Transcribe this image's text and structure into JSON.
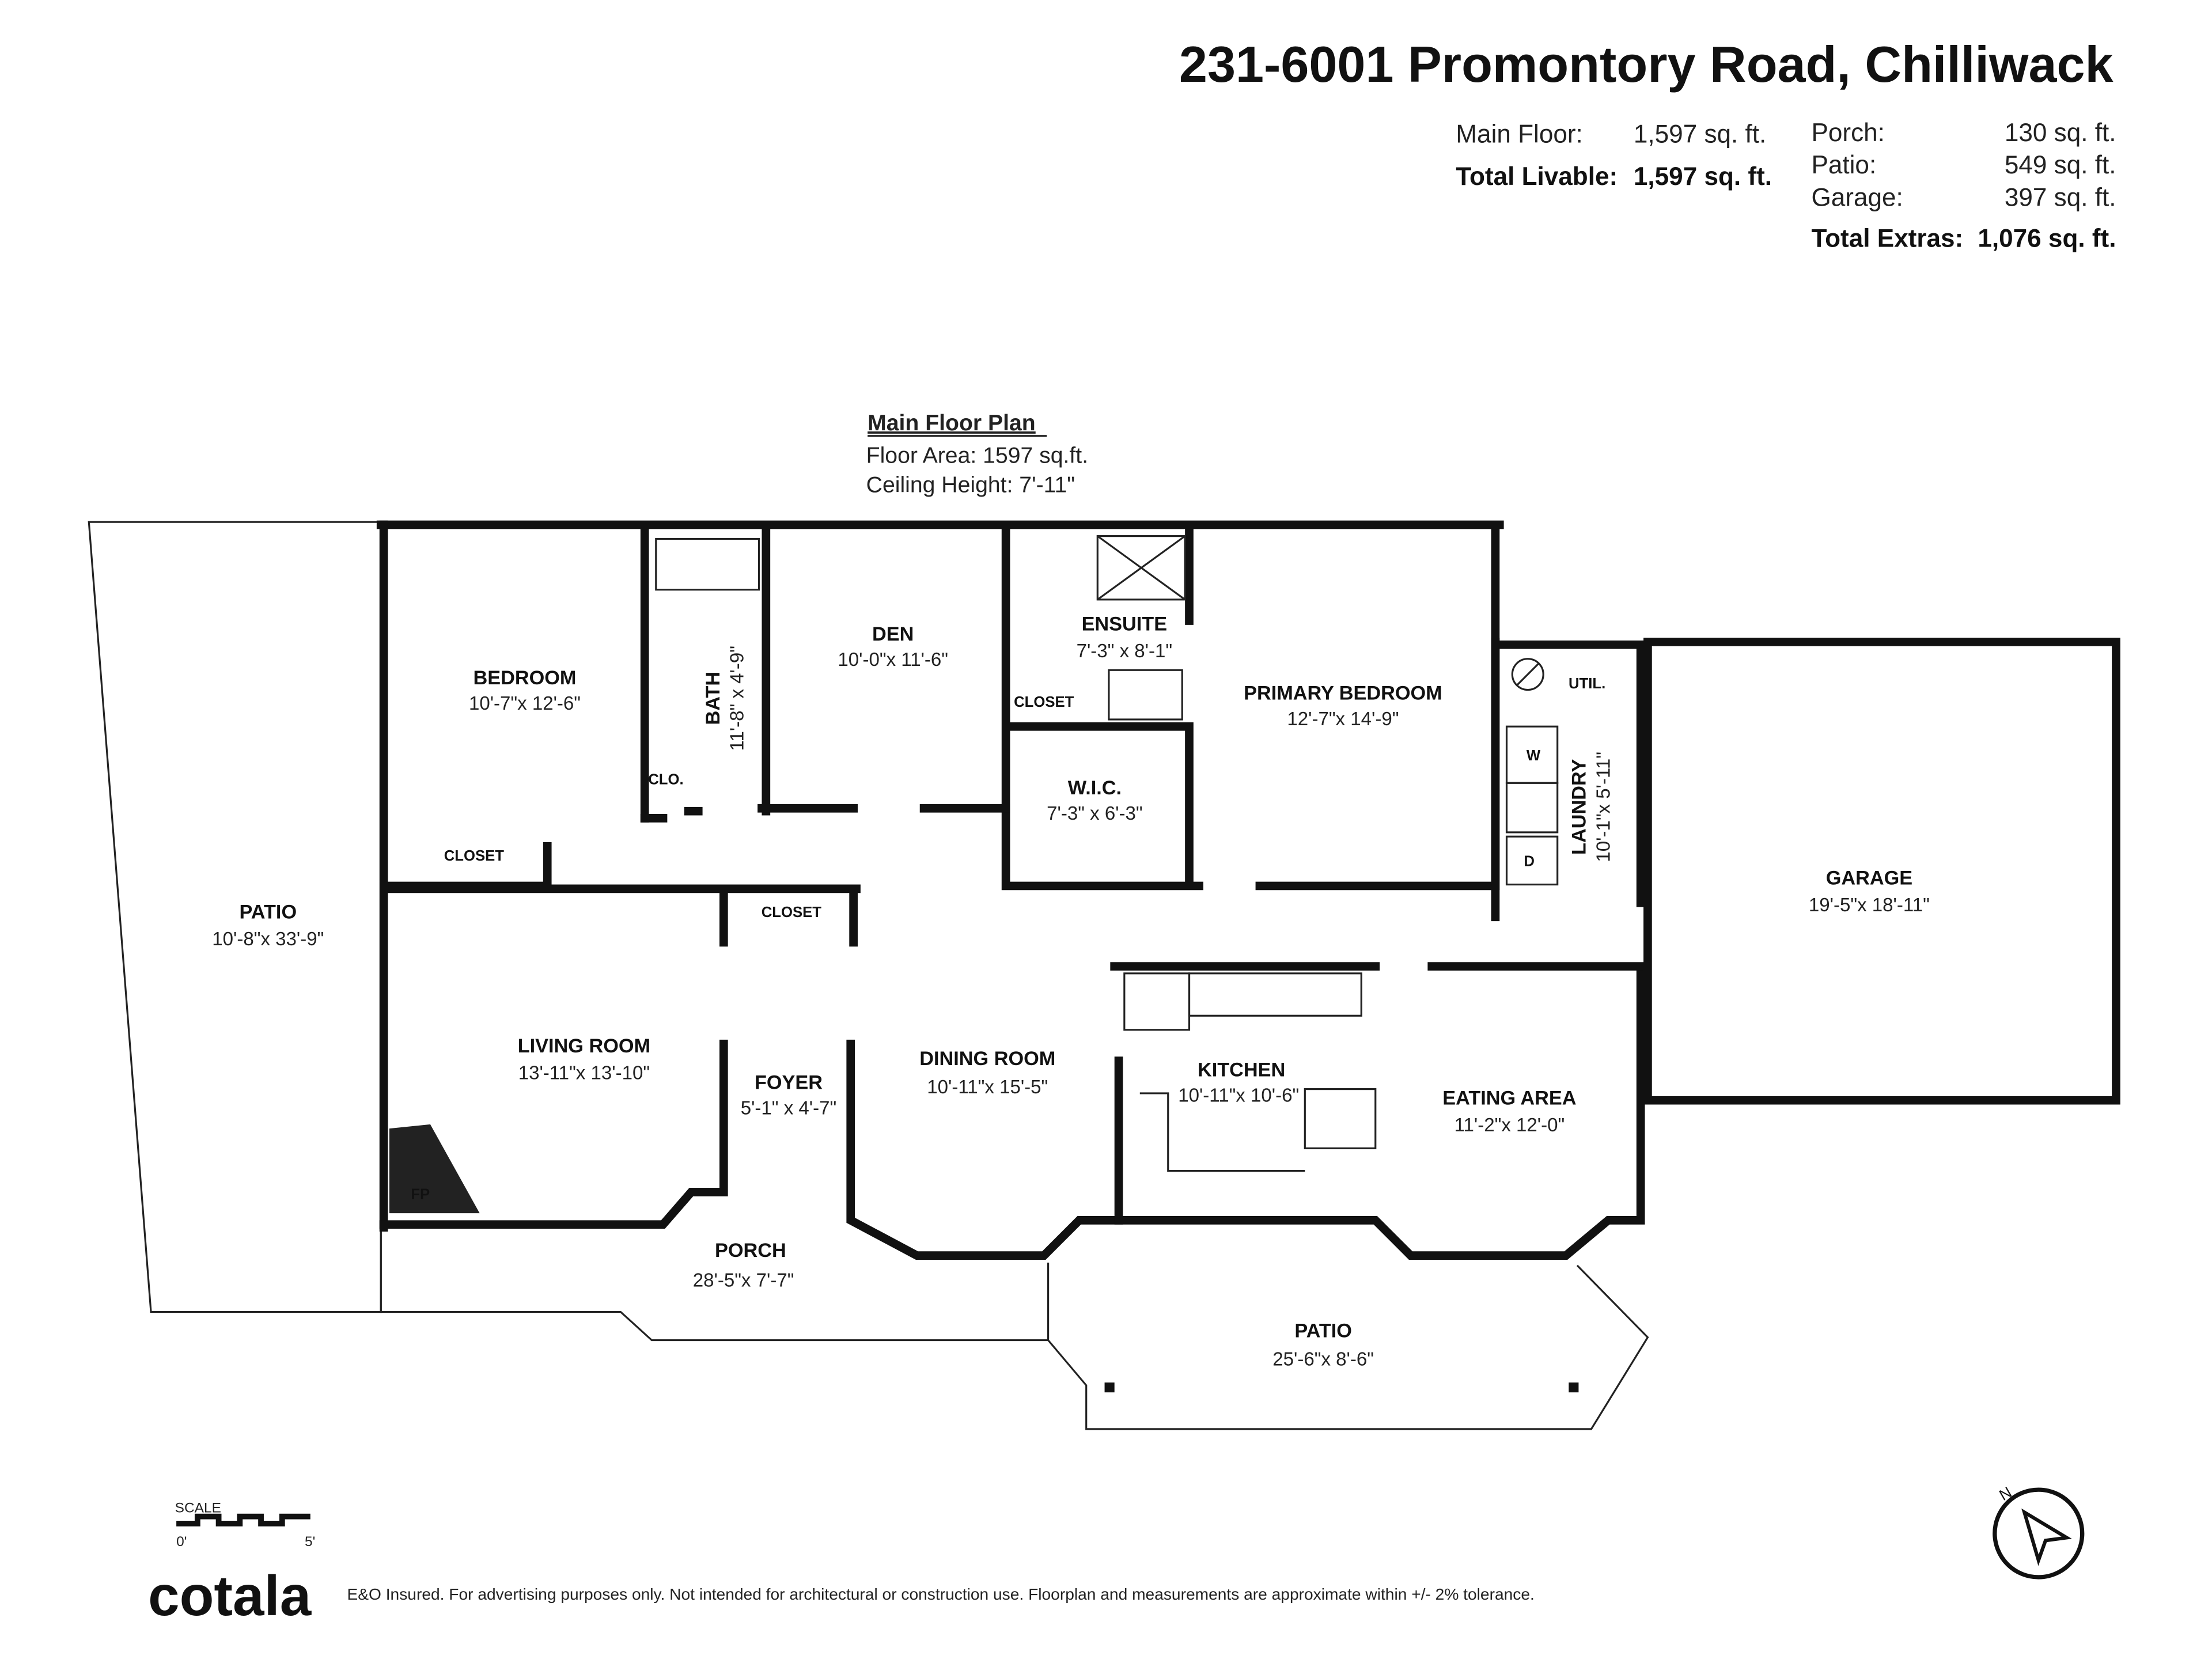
{
  "header": {
    "address": "231-6001 Promontory Road, Chilliwack",
    "livable": [
      {
        "label": "Main Floor:",
        "value": "1,597 sq. ft."
      },
      {
        "label": "Total Livable:",
        "value": "1,597 sq. ft."
      }
    ],
    "extras": [
      {
        "label": "Porch:",
        "value": "130 sq. ft."
      },
      {
        "label": "Patio:",
        "value": "549 sq. ft."
      },
      {
        "label": "Garage:",
        "value": "397 sq. ft."
      },
      {
        "label": "Total Extras:",
        "value": "1,076 sq. ft."
      }
    ]
  },
  "plan": {
    "title": "Main Floor Plan",
    "floor_area": "Floor Area: 1597 sq.ft.",
    "ceiling_height": "Ceiling Height: 7'-11\"",
    "rooms": [
      {
        "name": "BEDROOM",
        "dims": "10'-7\"x 12'-6\""
      },
      {
        "name": "BATH",
        "dims": "11'-8\" x 4'-9\""
      },
      {
        "name": "DEN",
        "dims": "10'-0\"x 11'-6\""
      },
      {
        "name": "ENSUITE",
        "dims": "7'-3\" x 8'-1\""
      },
      {
        "name": "PRIMARY BEDROOM",
        "dims": "12'-7\"x 14'-9\""
      },
      {
        "name": "W.I.C.",
        "dims": "7'-3\" x 6'-3\""
      },
      {
        "name": "LAUNDRY",
        "dims": "10'-1\"x 5'-11\""
      },
      {
        "name": "GARAGE",
        "dims": "19'-5\"x 18'-11\""
      },
      {
        "name": "PATIO",
        "dims": "10'-8\"x 33'-9\""
      },
      {
        "name": "LIVING ROOM",
        "dims": "13'-11\"x 13'-10\""
      },
      {
        "name": "FOYER",
        "dims": "5'-1\" x 4'-7\""
      },
      {
        "name": "DINING ROOM",
        "dims": "10'-11\"x 15'-5\""
      },
      {
        "name": "KITCHEN",
        "dims": "10'-11\"x 10'-6\""
      },
      {
        "name": "EATING AREA",
        "dims": "11'-2\"x 12'-0\""
      },
      {
        "name": "PORCH",
        "dims": "28'-5\"x 7'-7\""
      },
      {
        "name": "PATIO",
        "dims": "25'-6\"x 8'-6\""
      }
    ],
    "labels": {
      "closet": "CLOSET",
      "clo": "CLO.",
      "util": "UTIL.",
      "fp": "FP",
      "washer": "W",
      "dryer": "D"
    }
  },
  "scale": {
    "label": "SCALE",
    "start": "0'",
    "end": "5'"
  },
  "compass": {
    "label": "N"
  },
  "footer": {
    "brand": "cotala",
    "disclaimer": "E&O Insured. For advertising purposes only. Not intended for architectural or construction use. Floorplan and measurements are approximate within +/- 2% tolerance."
  }
}
